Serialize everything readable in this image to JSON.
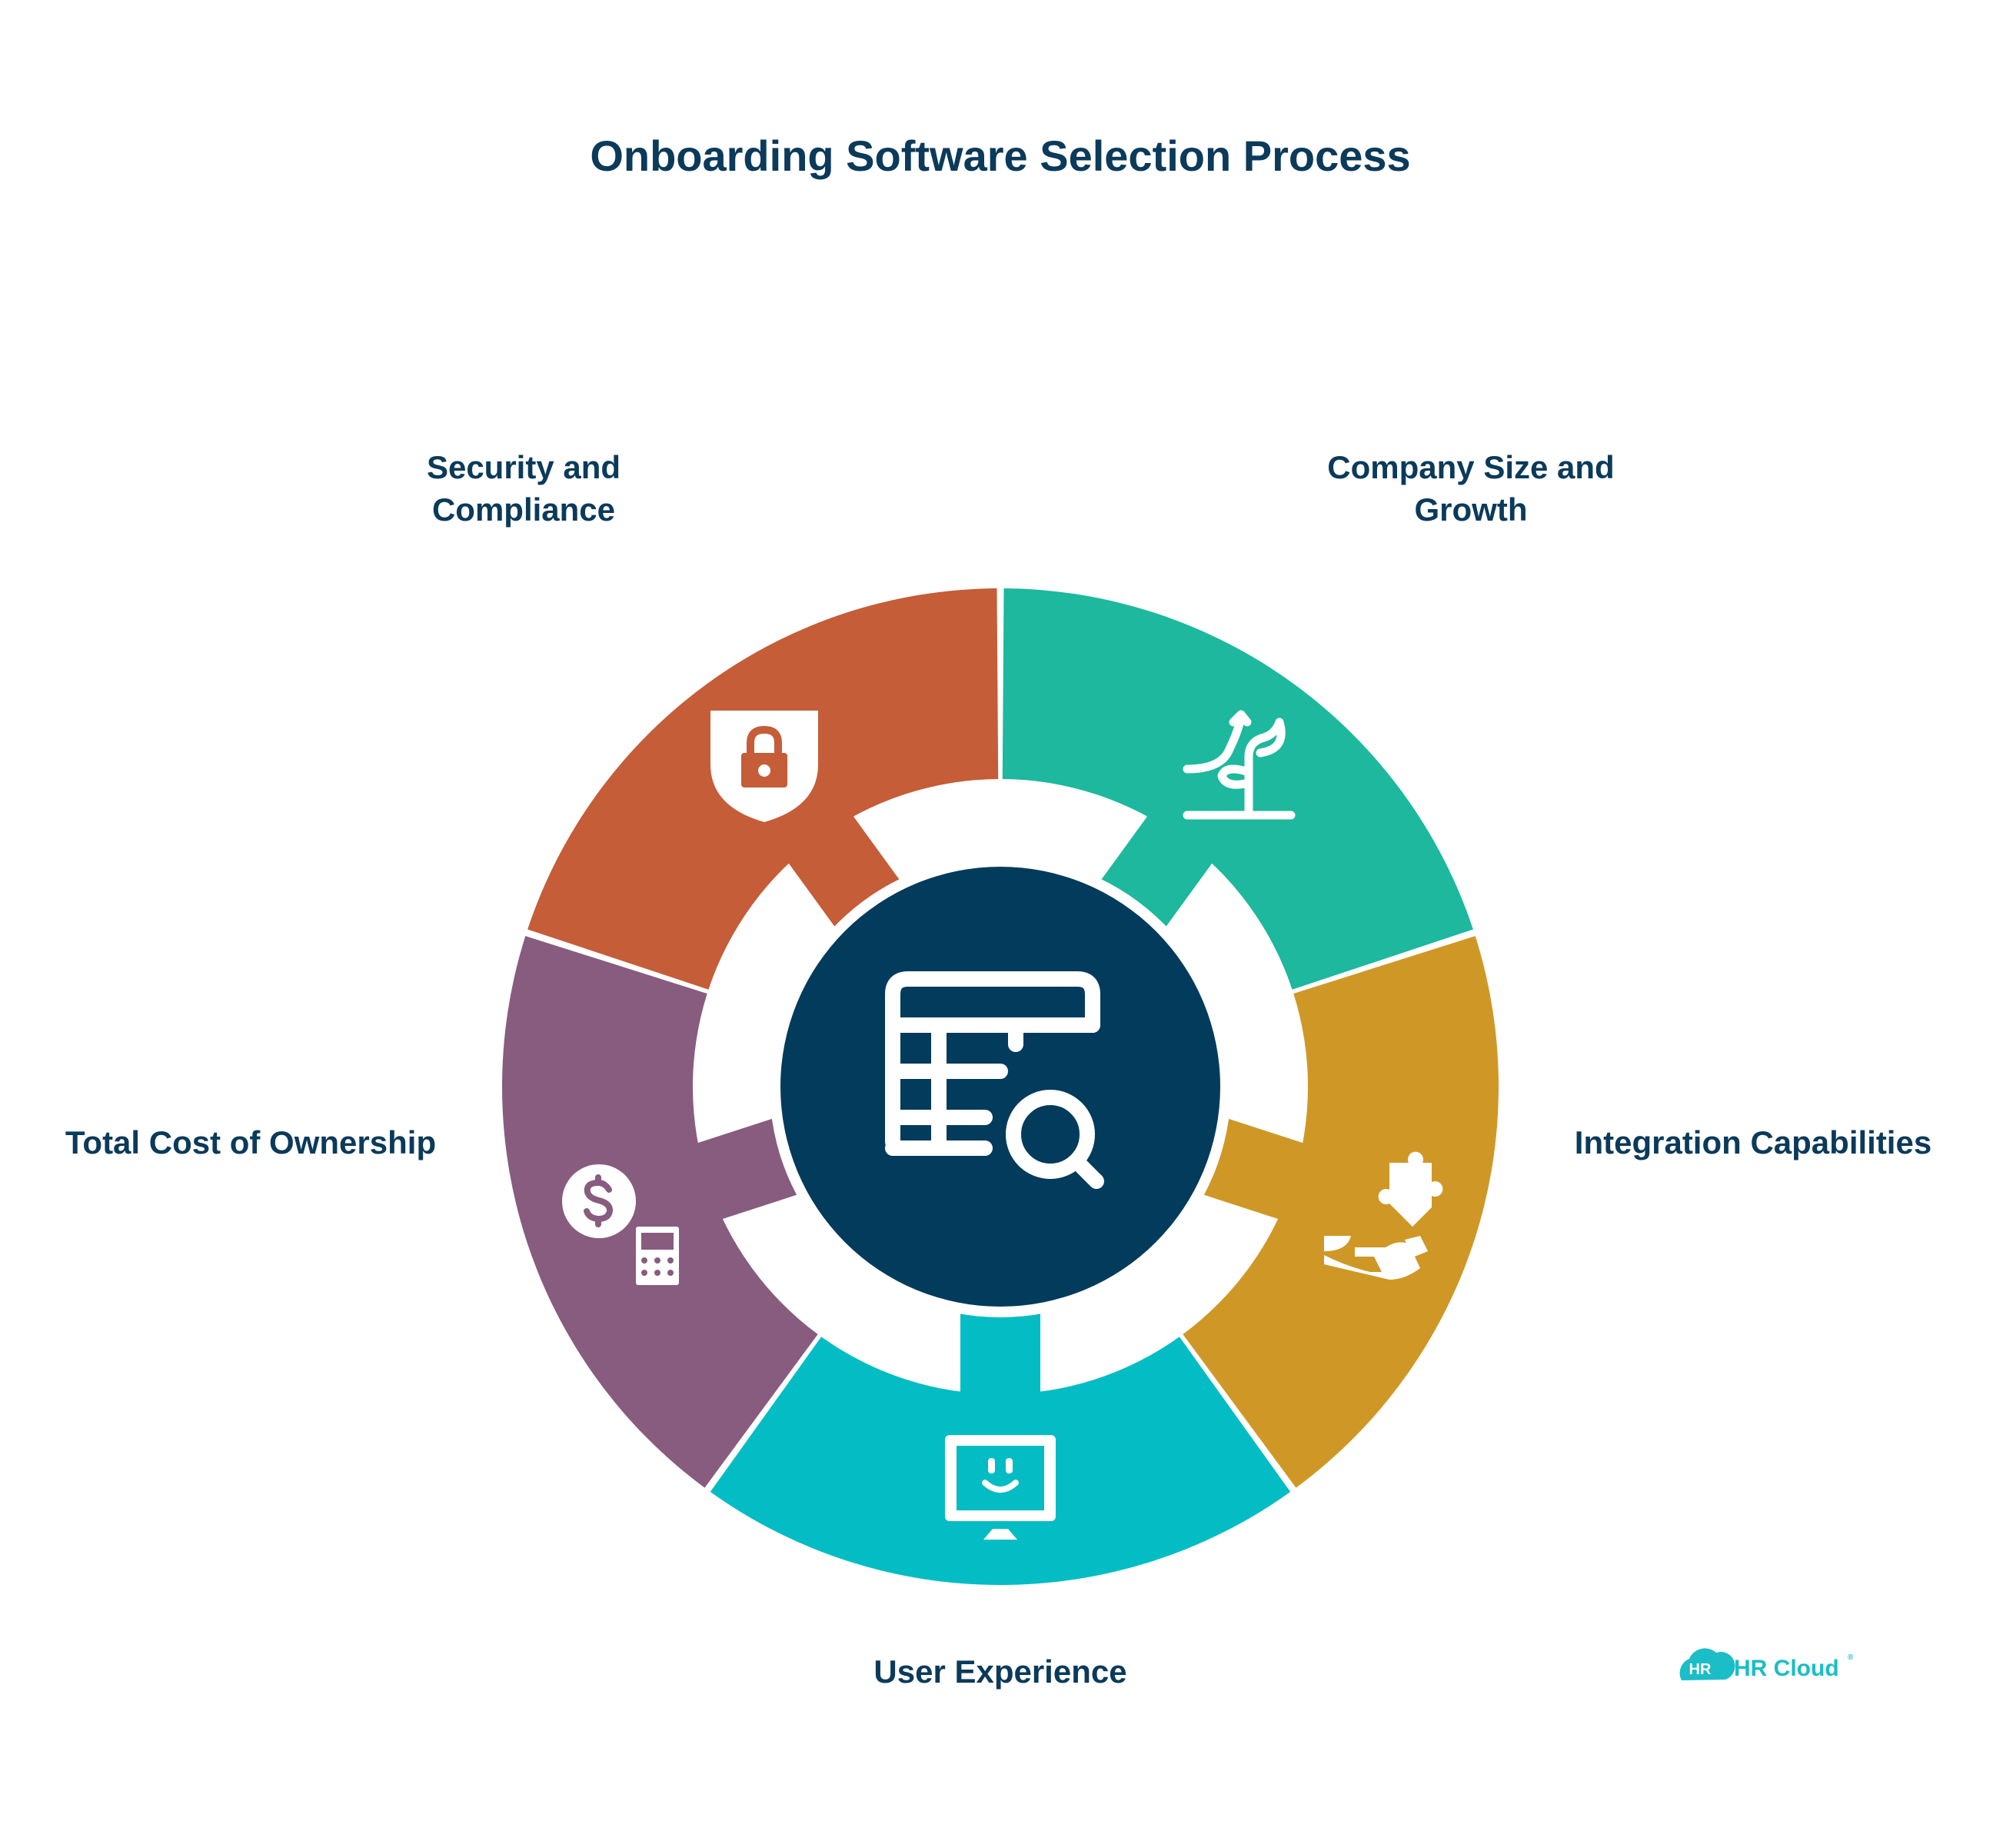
{
  "title": "Onboarding Software Selection Process",
  "center": {
    "icon": "table-search-icon",
    "color": "#033b5c"
  },
  "segments": [
    {
      "id": "company-size",
      "label_lines": [
        "Company Size and",
        "Growth"
      ],
      "color": "#1db89e",
      "icon": "plant-growth-icon"
    },
    {
      "id": "integration",
      "label_lines": [
        "Integration Capabilities"
      ],
      "color": "#cf9826",
      "icon": "puzzle-hand-icon"
    },
    {
      "id": "user-experience",
      "label_lines": [
        "User Experience"
      ],
      "color": "#04bcc4",
      "icon": "smiley-monitor-icon"
    },
    {
      "id": "total-cost",
      "label_lines": [
        "Total Cost of Ownership"
      ],
      "color": "#885c7e",
      "icon": "dollar-calculator-icon"
    },
    {
      "id": "security",
      "label_lines": [
        "Security and",
        "Compliance"
      ],
      "color": "#c45d38",
      "icon": "shield-lock-icon"
    }
  ],
  "logo": {
    "badge": "HR",
    "text": "HR Cloud",
    "mark": "®",
    "color": "#1bbdc6"
  }
}
